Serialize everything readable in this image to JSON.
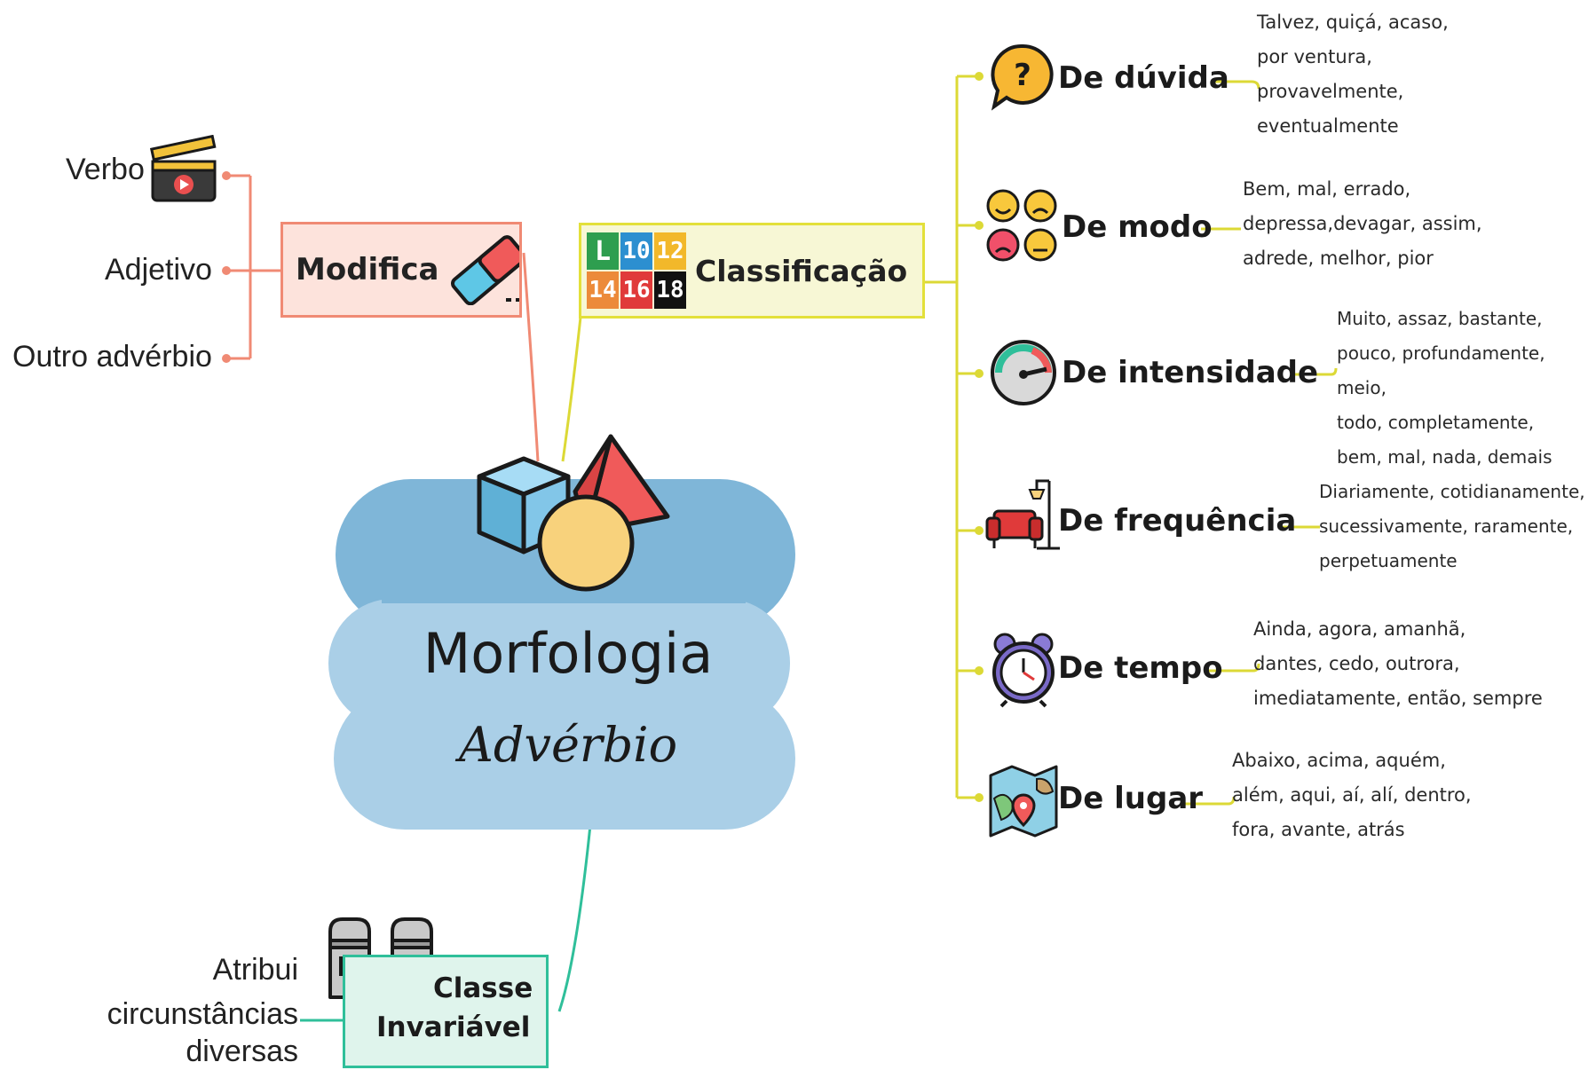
{
  "center": {
    "title": "Morfologia",
    "subtitle": "Advérbio"
  },
  "modifica": {
    "label": "Modifica",
    "items": [
      "Verbo",
      "Adjetivo",
      "Outro advérbio"
    ]
  },
  "classificacao": {
    "label": "Classificação",
    "icon_ratings": [
      "L",
      "10",
      "12",
      "14",
      "16",
      "18"
    ],
    "categories": [
      {
        "title": "De dúvida",
        "examples": "Talvez, quiçá, acaso,\npor ventura,\nprovavelmente,\neventualmente"
      },
      {
        "title": "De modo",
        "examples": "Bem, mal, errado,\ndepressa,devagar, assim,\nadrede, melhor, pior"
      },
      {
        "title": "De intensidade",
        "examples": "Muito, assaz, bastante,\npouco, profundamente, meio,\ntodo, completamente,\nbem, mal, nada, demais"
      },
      {
        "title": "De frequência",
        "examples": "Diariamente, cotidianamente,\nsucessivamente, raramente,\nperpetuamente"
      },
      {
        "title": "De tempo",
        "examples": "Ainda, agora, amanhã,\ndantes, cedo, outrora,\nimediatamente, então, sempre"
      },
      {
        "title": "De lugar",
        "examples": "Abaixo, acima, aquém,\nalém, aqui, aí, alí, dentro,\nfora, avante, atrás"
      }
    ]
  },
  "invariavel": {
    "label_line1": "Classe",
    "label_line2": "Invariável",
    "note_line1": "Atribui",
    "note_line2": "circunstâncias",
    "note_line3": "diversas"
  },
  "colors": {
    "center_dark": "#7fb6d8",
    "center_light": "#aacfe7",
    "modifica_border": "#f08a74",
    "modifica_fill": "#fde3dc",
    "class_border": "#e3e03a",
    "class_fill": "#f7f7d5",
    "inv_border": "#2fbf9a",
    "inv_fill": "#dff4ec"
  }
}
